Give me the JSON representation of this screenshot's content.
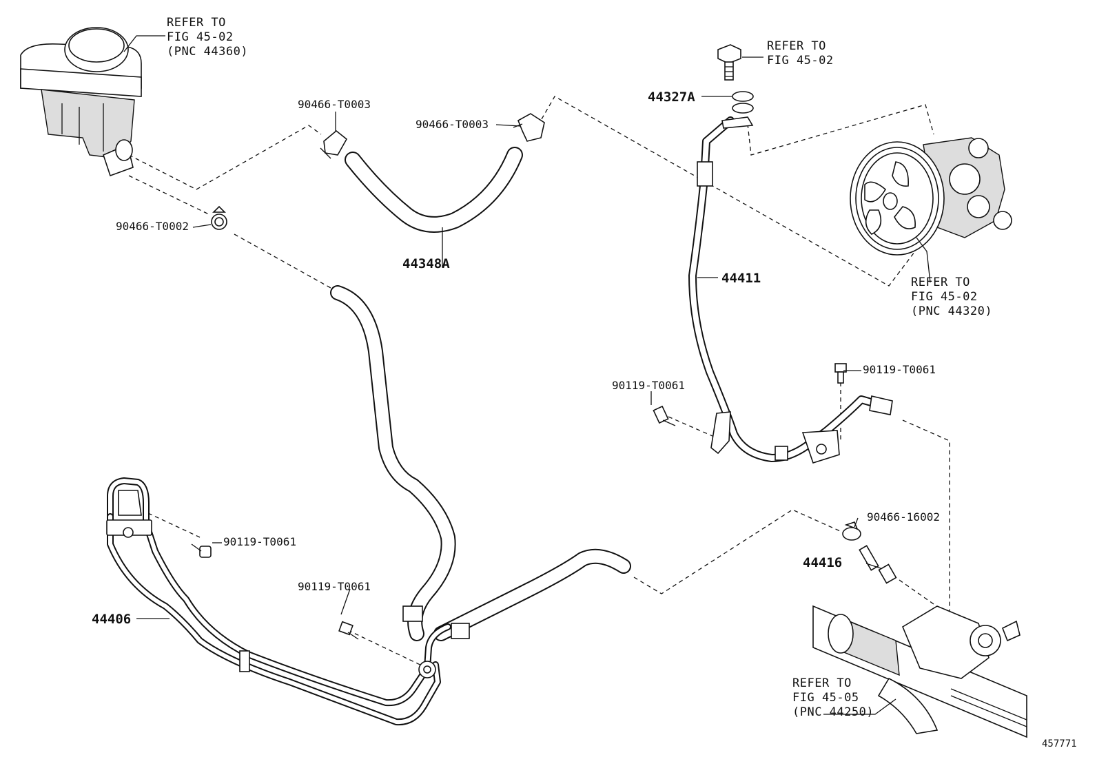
{
  "figure_id": "457771",
  "colors": {
    "line": "#111111",
    "background": "#ffffff"
  },
  "references": [
    {
      "id": "ref-reservoir",
      "lines": [
        "REFER TO",
        "FIG 45-02",
        "(PNC 44360)"
      ]
    },
    {
      "id": "ref-bolt",
      "lines": [
        "REFER TO",
        "FIG 45-02"
      ]
    },
    {
      "id": "ref-pump",
      "lines": [
        "REFER TO",
        "FIG 45-02",
        "(PNC 44320)"
      ]
    },
    {
      "id": "ref-rack",
      "lines": [
        "REFER TO",
        "FIG 45-05",
        "(PNC 44250)"
      ]
    }
  ],
  "callouts": {
    "clamp_a": "90466-T0003",
    "clamp_b": "90466-T0003",
    "clamp_c": "90466-T0002",
    "hose_return": "44348A",
    "union_seal": "44327A",
    "pressure_tube": "44411",
    "bolt_a": "90119-T0061",
    "bolt_b": "90119-T0061",
    "bolt_c": "90119-T0061",
    "bolt_d": "90119-T0061",
    "clamp_d": "90466-16002",
    "return_union": "44416",
    "return_tube": "44406"
  }
}
